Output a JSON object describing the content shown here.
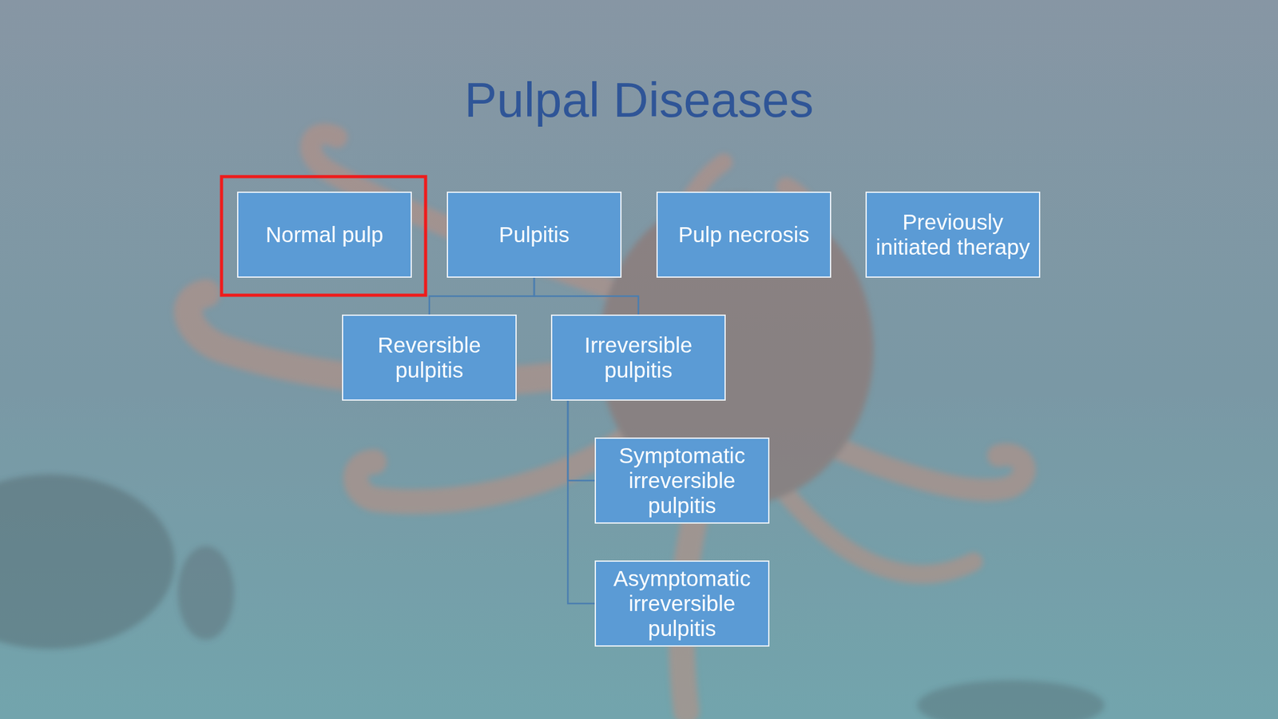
{
  "diagram": {
    "title": "Pulpal Diseases",
    "nodes": [
      {
        "text": [
          "Normal pulp"
        ]
      },
      {
        "text": [
          "Pulpitis"
        ]
      },
      {
        "text": [
          "Pulp necrosis"
        ]
      },
      {
        "text": [
          "Previously initiated therapy"
        ]
      },
      {
        "text": [
          "Reversible pulpitis"
        ]
      },
      {
        "text": [
          "Irreversible pulpitis"
        ]
      },
      {
        "text": [
          "Symptomatic irreversible pulpitis"
        ]
      },
      {
        "text": [
          "Asymptomatic irreversible pulpitis"
        ]
      }
    ],
    "edges": [
      {
        "from": 1,
        "to": 4,
        "arrow": "none"
      },
      {
        "from": 1,
        "to": 5,
        "arrow": "none"
      },
      {
        "from": 5,
        "to": 6,
        "arrow": "none"
      },
      {
        "from": 5,
        "to": 7,
        "arrow": "none"
      }
    ]
  }
}
